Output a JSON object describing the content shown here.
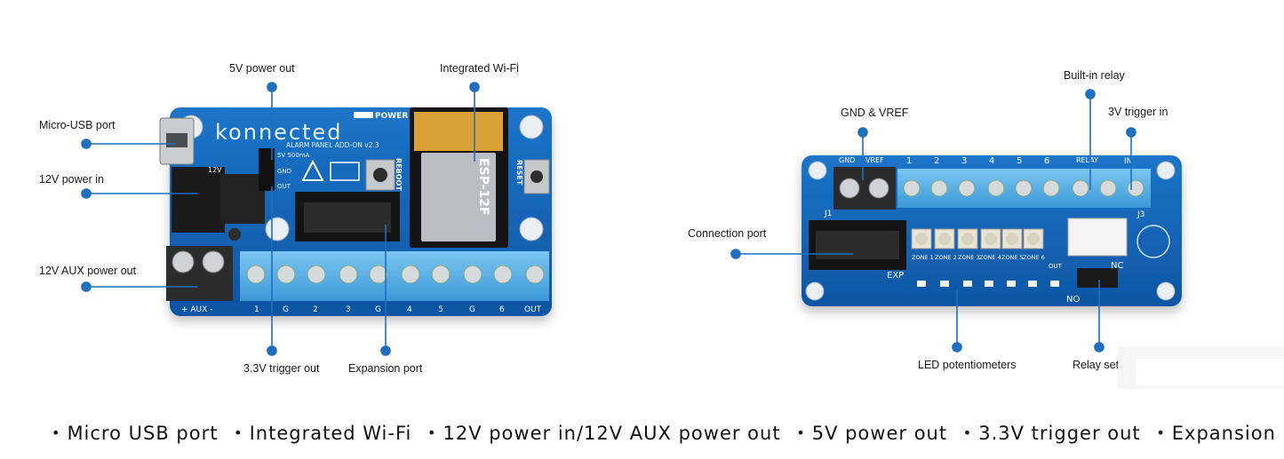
{
  "left_board": {
    "brand": "konnected",
    "subtitle": "ALARM PANEL ADD-ON v2.3",
    "power_label": "POWER",
    "reboot_label": "REBOOT",
    "reset_label": "RESET",
    "rating_label": "5V 500mA",
    "gnd_label": "GND",
    "out_label": "OUT",
    "volt_label": "12V",
    "module_label": "ESP-12F",
    "terminal_labels": [
      "+ AUX -",
      "1",
      "G",
      "2",
      "3",
      "G",
      "4",
      "5",
      "G",
      "6",
      "OUT"
    ]
  },
  "right_board": {
    "top_labels": [
      "GND",
      "VREF",
      "1",
      "2",
      "3",
      "4",
      "5",
      "6",
      "RELAY",
      "IN"
    ],
    "j1_label": "J1",
    "j3_label": "J3",
    "exp_label": "EXP",
    "zone_labels": [
      "ZONE 1",
      "ZONE 2",
      "ZONE 3",
      "ZONE 4",
      "ZONE 5",
      "ZONE 6"
    ],
    "out_label": "OUT",
    "nc_label": "NC",
    "no_label": "NO"
  },
  "callouts": {
    "five_v_out": "5V power out",
    "wifi": "Integrated Wi-Fi",
    "micro_usb": "Micro-USB port",
    "twelve_v_in": "12V power in",
    "twelve_v_aux": "12V AUX power out",
    "trigger_out": "3.3V trigger out",
    "expansion": "Expansion port",
    "gnd_vref": "GND & VREF",
    "relay": "Built-in relay",
    "trigger_in": "3V trigger in",
    "connection": "Connection port",
    "led_pots": "LED potentiometers",
    "relay_settings": "Relay sett"
  },
  "features": [
    "Micro USB port",
    "Integrated Wi-Fi",
    "12V power in/12V AUX power out",
    "5V power out",
    "3.3V trigger out",
    "Expansion port"
  ],
  "colors": {
    "pcb_blue": "#1565b8",
    "terminal_blue": "#5db4ea",
    "callout_blue": "#1f6fbf"
  }
}
